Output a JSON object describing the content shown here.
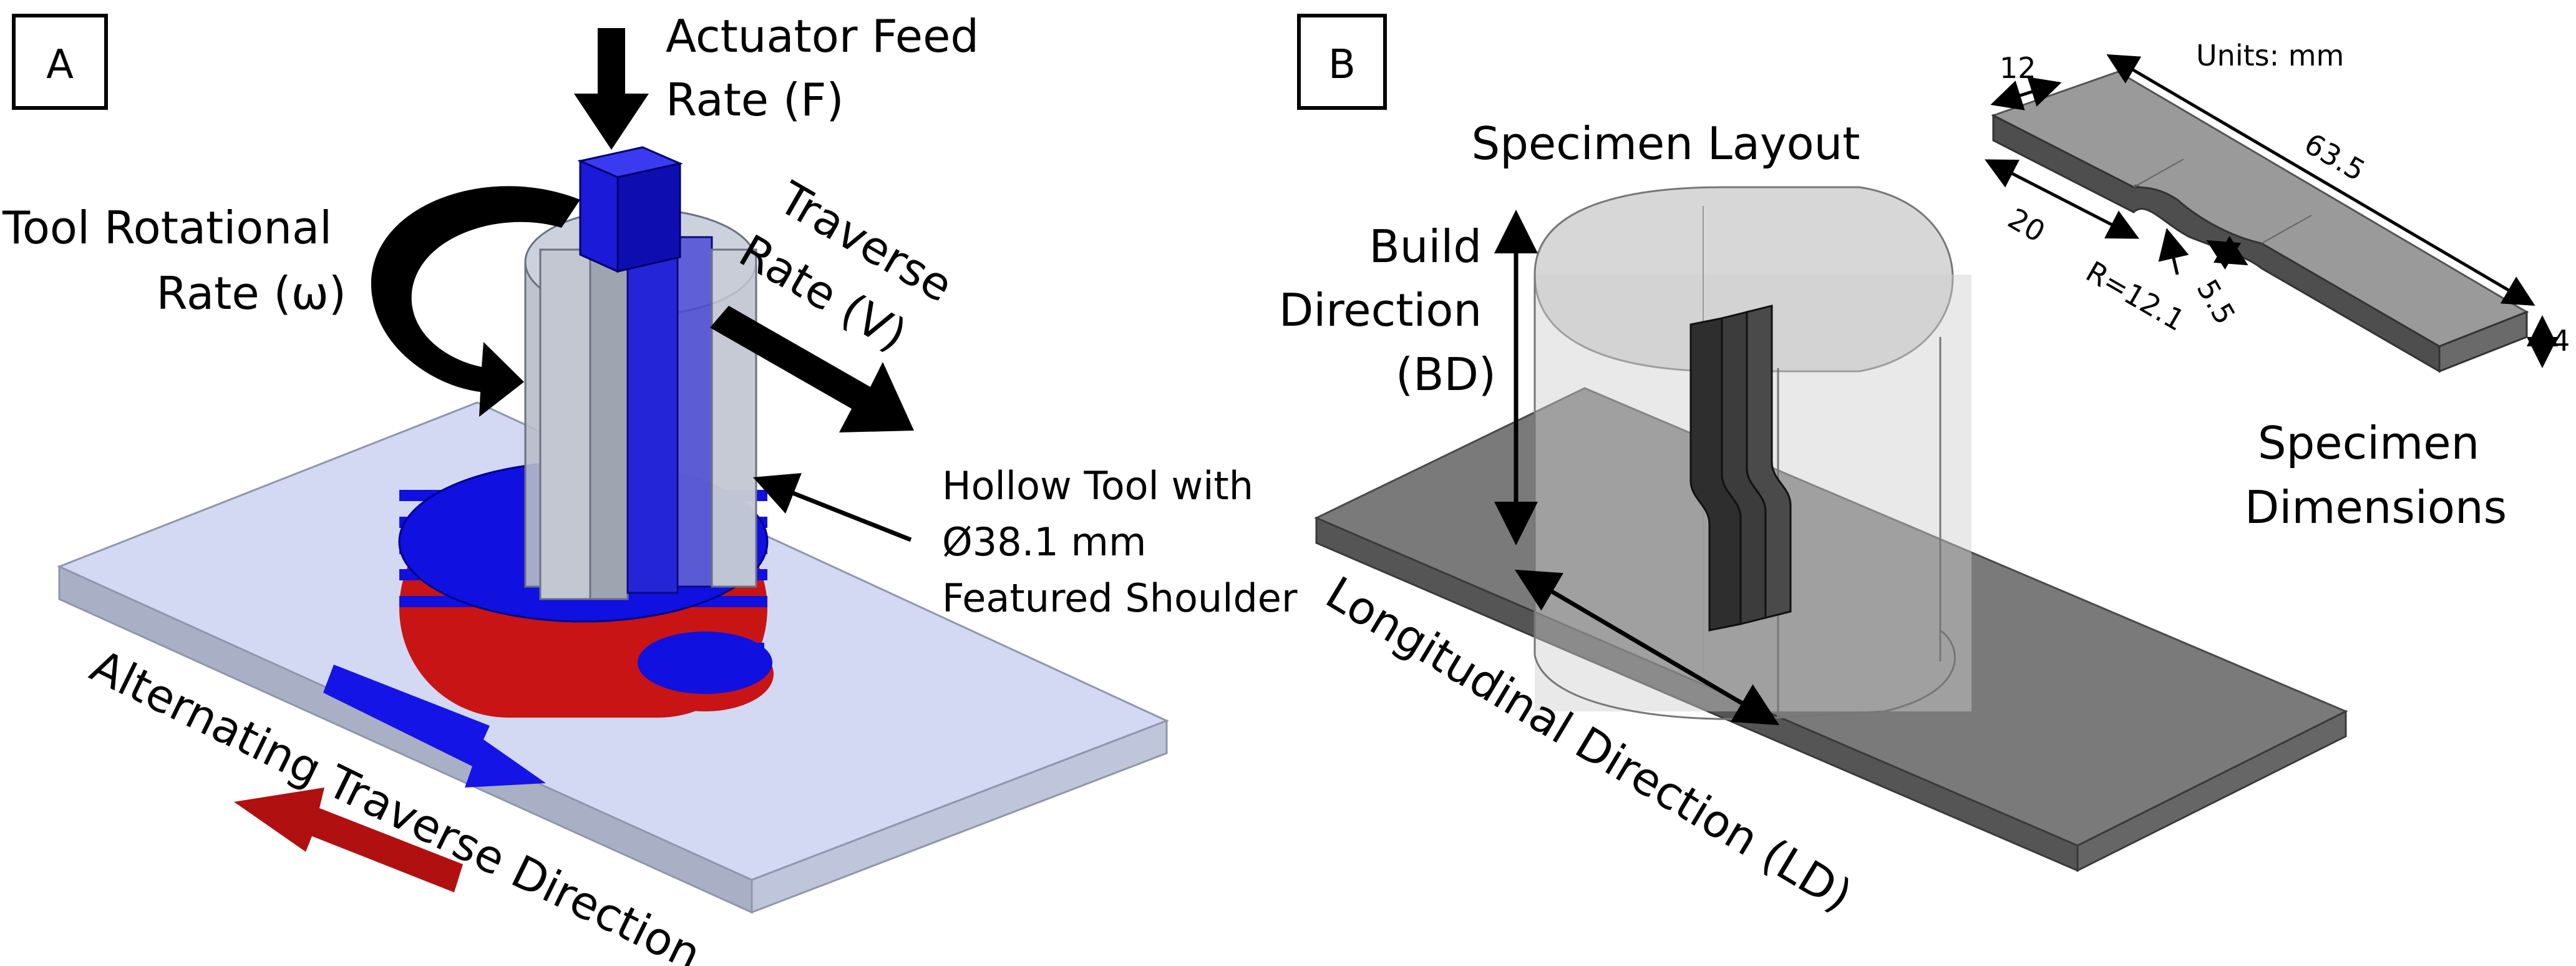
{
  "panel_a": {
    "label": "A",
    "actuator": [
      "Actuator Feed",
      "Rate (F)"
    ],
    "tool_rotational": [
      "Tool Rotational",
      "Rate (ω)"
    ],
    "traverse_rate": [
      "Traverse",
      "Rate (V)"
    ],
    "hollow_tool": [
      "Hollow Tool with",
      "Ø38.1 mm",
      "Featured Shoulder"
    ],
    "alternating": "Alternating Traverse Direction"
  },
  "panel_b": {
    "label": "B",
    "specimen_layout": "Specimen Layout",
    "build_direction": [
      "Build",
      "Direction",
      "(BD)"
    ],
    "longitudinal": "Longitudinal Direction (LD)",
    "units": "Units: mm",
    "dim_12": "12",
    "dim_63_5": "63.5",
    "dim_20": "20",
    "dim_r": "R=12.1",
    "dim_5_5": "5.5",
    "dim_4": "4",
    "specimen_dimensions": [
      "Specimen",
      "Dimensions"
    ]
  },
  "colors": {
    "plate": "#d3d9f2",
    "plate_edge": "#8f96ad",
    "deposit_blue": "#1010e0",
    "deposit_red": "#c81414",
    "tool_gray": "#b7bcc8",
    "arrow_blue": "#1414e6",
    "arrow_red": "#b01010",
    "b_plate": "#7a7a7a",
    "specimen": "#3a3a3a"
  }
}
